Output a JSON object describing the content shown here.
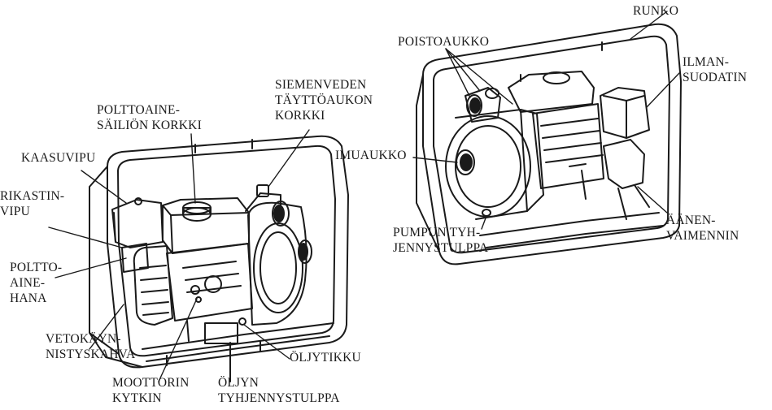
{
  "colors": {
    "ink": "#1a1a1a",
    "background": "#ffffff"
  },
  "labels": {
    "runko": [
      "RUNKO"
    ],
    "poistoaukko": [
      "POISTOAUKKO"
    ],
    "ilmansuodatin": [
      "ILMAN-",
      "SUODATIN"
    ],
    "siemenvesi": [
      "SIEMENVEDEN",
      "TÄYTTÖAUKON",
      "KORKKI"
    ],
    "polttoainekorkki": [
      "POLTTOAINE-",
      "SÄILIÖN KORKKI"
    ],
    "imuaukko": [
      "IMUAUKKO"
    ],
    "kaasuvipu": [
      "KAASUVIPU"
    ],
    "rikastinvipu": [
      "RIKASTIN-",
      "VIPU"
    ],
    "polttoainehana": [
      "POLTTO-",
      "AINE-",
      "HANA"
    ],
    "pumpuntyhjennys": [
      "PUMPUN TYH-",
      "JENNYSTULPPA"
    ],
    "aanenvaimennin": [
      "ÄÄNEN-",
      "VAIMENNIN"
    ],
    "vetokaynnistys": [
      "VETOKÄYN-",
      "NISTYSKAHVA"
    ],
    "oljytikku": [
      "ÖLJYTIKKU"
    ],
    "moottorinkytkin": [
      "MOOTTORIN",
      "KYTKIN"
    ],
    "oljyntyhjennys": [
      "ÖLJYN",
      "TYHJENNYSTULPPA"
    ]
  }
}
